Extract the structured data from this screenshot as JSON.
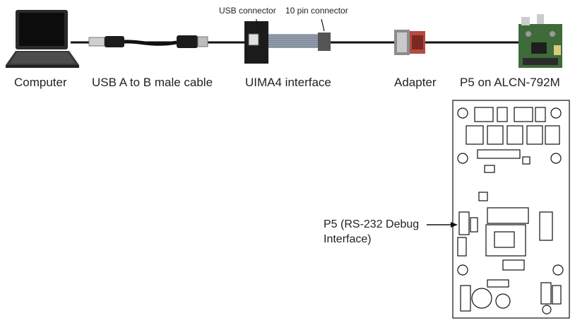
{
  "labels": {
    "computer": "Computer",
    "cable": "USB A to B male cable",
    "interface": "UIMA4 interface",
    "adapter": "Adapter",
    "board": "P5 on ALCN-792M",
    "usb_connector": "USB connector",
    "pin_connector": "10 pin connector",
    "callout_line1": "P5 (RS-232 Debug",
    "callout_line2": "Interface)"
  },
  "colors": {
    "pcb": "#3f6b3a",
    "connector_red": "#b54a3e",
    "ribbon": "#9aa4b2",
    "line": "#111111"
  }
}
